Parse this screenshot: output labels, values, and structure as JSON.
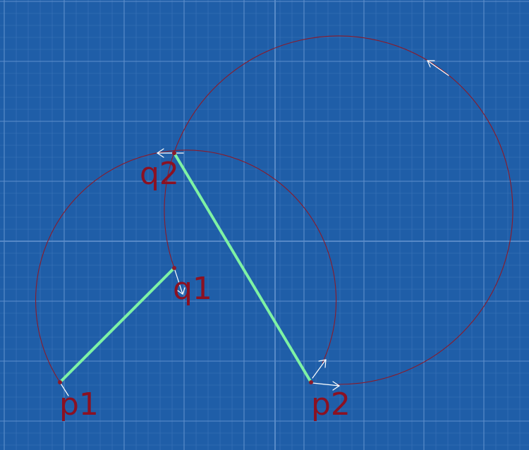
{
  "colors": {
    "background": "#1f5ea8",
    "grid_minor": "#3d76ba",
    "grid_major": "#5e8fcb",
    "arc": "#8b1a2a",
    "segment": "#7ef2a4",
    "point": "#8b1a2a",
    "label": "#8b1122",
    "arrow": "#ffffff"
  },
  "labels": {
    "p1": "p1",
    "q1": "q1",
    "q2": "q2",
    "p2": "p2"
  }
}
